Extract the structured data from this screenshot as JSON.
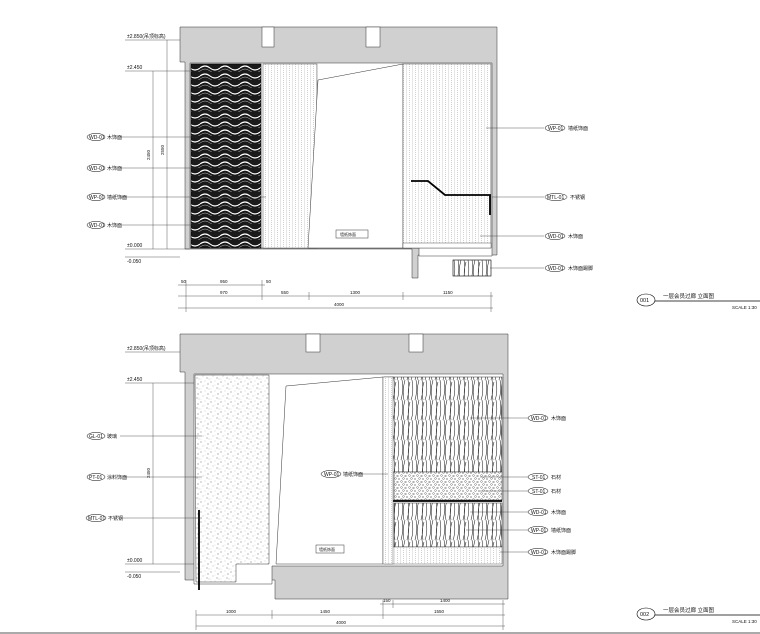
{
  "elevations": [
    {
      "level_labels": [
        "±2.850(吊顶标高)",
        "±2.450",
        "±0.000",
        "-0.050"
      ],
      "height_dims": [
        "2450",
        "2550"
      ],
      "tags": [
        {
          "code": "WD-01",
          "desc": "木饰面"
        },
        {
          "code": "WD-01",
          "desc": "木饰面"
        },
        {
          "code": "WP-01",
          "desc": "墙纸饰面"
        },
        {
          "code": "WD-01",
          "desc": "木饰面"
        },
        {
          "code": "WP-01",
          "desc": "墙纸饰面"
        },
        {
          "code": "MTL-01",
          "desc": "不锈钢"
        },
        {
          "code": "WD-01",
          "desc": "木饰面"
        },
        {
          "code": "WD-01",
          "desc": "木饰面踢脚"
        }
      ],
      "center_label": "墙纸饰面",
      "dims_top": [
        "50",
        "950",
        "50"
      ],
      "dims_mid": [
        "970",
        "550",
        "1300",
        "1150"
      ],
      "dim_total": "4000",
      "title_num": "001",
      "title_text": "一层会员过廊 立面图",
      "scale": "SCALE 1:30"
    },
    {
      "level_labels": [
        "±2.850(吊顶标高)",
        "±2.450",
        "±0.000",
        "-0.050"
      ],
      "height_dims": [
        "2450"
      ],
      "tags": [
        {
          "code": "GL-01",
          "desc": "玻璃"
        },
        {
          "code": "PT-01",
          "desc": "涂料饰面"
        },
        {
          "code": "MTL-01",
          "desc": "不锈钢"
        },
        {
          "code": "WP-01",
          "desc": "墙纸饰面"
        },
        {
          "code": "WD-01",
          "desc": "木饰面"
        },
        {
          "code": "ST-01",
          "desc": "石材"
        },
        {
          "code": "ST-01",
          "desc": "石材"
        },
        {
          "code": "WD-01",
          "desc": "木饰面"
        },
        {
          "code": "WP-01",
          "desc": "墙纸饰面"
        },
        {
          "code": "WD-01",
          "desc": "木饰面踢脚"
        }
      ],
      "center_label": "墙纸饰面",
      "dims_top": [
        "150",
        "1400",
        "1550"
      ],
      "dims_mid": [
        "1000",
        "1450"
      ],
      "dim_total": "4000",
      "title_num": "002",
      "title_text": "一层会员过廊 立面图",
      "scale": "SCALE 1:30"
    }
  ]
}
